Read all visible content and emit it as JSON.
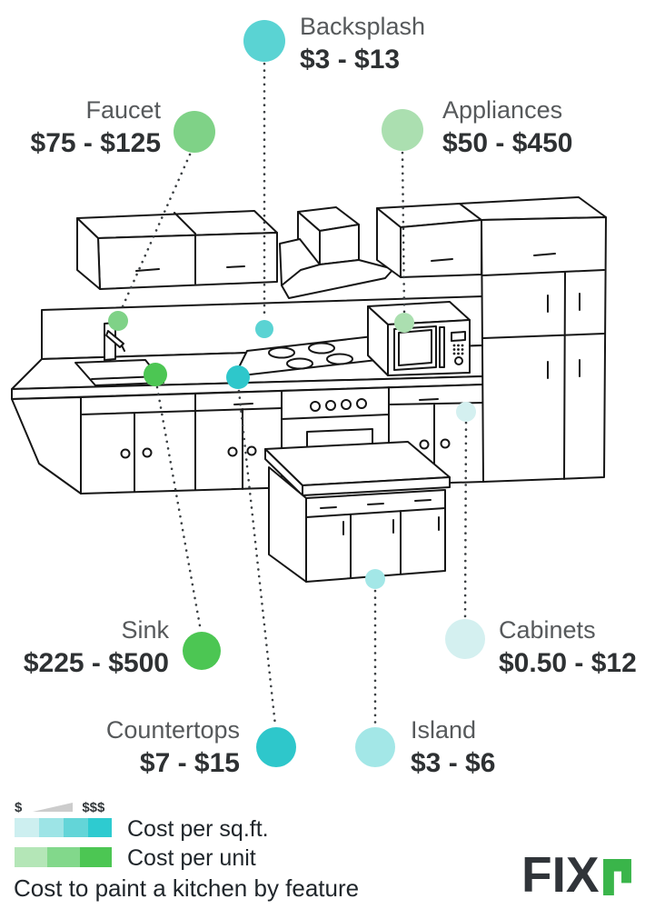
{
  "callouts": [
    {
      "id": "backsplash",
      "label": "Backsplash",
      "price": "$3 - $13",
      "color": "#5ad3d3"
    },
    {
      "id": "faucet",
      "label": "Faucet",
      "price": "$75 - $125",
      "color": "#7fd287"
    },
    {
      "id": "appliances",
      "label": "Appliances",
      "price": "$50 - $450",
      "color": "#abdfb0"
    },
    {
      "id": "sink",
      "label": "Sink",
      "price": "$225 - $500",
      "color": "#4cc653"
    },
    {
      "id": "cabinets",
      "label": "Cabinets",
      "price": "$0.50 - $12",
      "color": "#d4f0f0"
    },
    {
      "id": "countertops",
      "label": "Countertops",
      "price": "$7 - $15",
      "color": "#2ec7cb"
    },
    {
      "id": "island",
      "label": "Island",
      "price": "$3 - $6",
      "color": "#a3e7e7"
    }
  ],
  "legend": {
    "scale_min": "$",
    "scale_max": "$$$",
    "sqft": {
      "label": "Cost per sq.ft.",
      "colors": [
        "#cdeff0",
        "#9de4e6",
        "#63d5d8",
        "#2ecbd0"
      ]
    },
    "unit": {
      "label": "Cost per unit",
      "colors": [
        "#b4e6b7",
        "#82d88b",
        "#4cc653"
      ]
    },
    "title": "Cost to paint a kitchen by feature"
  },
  "logo": {
    "text": "FIX",
    "accent": "r",
    "accent_color": "#3ab54a"
  }
}
